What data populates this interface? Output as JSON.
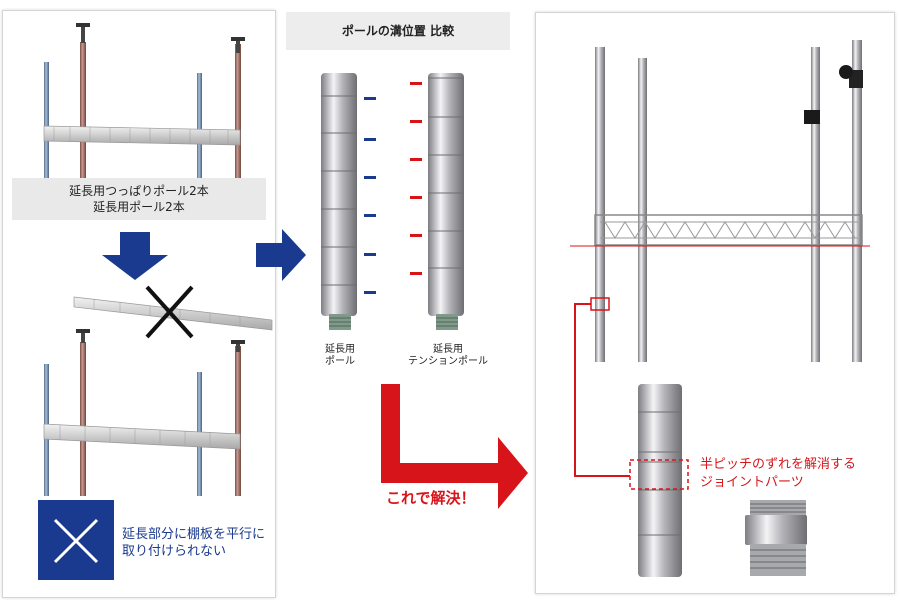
{
  "left_panel": {
    "caption_line1": "延長用つっぱりポール2本",
    "caption_line2": "延長用ポール2本",
    "note_line1": "延長部分に棚板を平行に",
    "note_line2": "取り付けられない"
  },
  "middle": {
    "header": "ポールの溝位置 比較",
    "pole_left_label1": "延長用",
    "pole_left_label2": "ポール",
    "pole_right_label1": "延長用",
    "pole_right_label2": "テンションポール",
    "solve_text": "これで解決！"
  },
  "right_panel": {
    "callout_line1": "半ピッチのずれを解消する",
    "callout_line2": "ジョイントパーツ"
  },
  "colors": {
    "navy": "#1a3a8f",
    "red": "#d8141b",
    "chrome": "#b8b8bc",
    "copper": "#a9786e",
    "blue_pole": "#7d97b5"
  },
  "icons": [
    "down-arrow-icon",
    "right-arrow-icon",
    "cross-icon",
    "red-l-arrow-icon"
  ]
}
